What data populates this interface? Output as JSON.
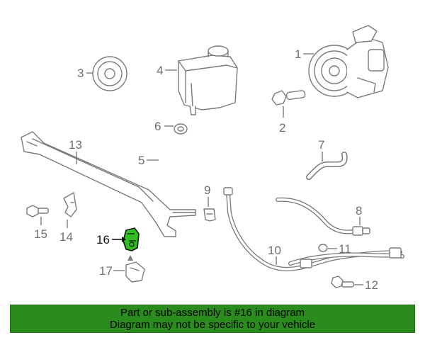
{
  "diagram": {
    "callouts": {
      "c1": "1",
      "c2": "2",
      "c3": "3",
      "c4": "4",
      "c5": "5",
      "c6": "6",
      "c7": "7",
      "c8": "8",
      "c9": "9",
      "c10": "10",
      "c11": "11",
      "c12": "12",
      "c13": "13",
      "c14": "14",
      "c15": "15",
      "c16": "16",
      "c17": "17"
    },
    "highlighted_part": "16",
    "colors": {
      "highlight": "#2fbf1f",
      "banner": "#2a8c1c",
      "line": "#7a7a7a"
    }
  },
  "banner": {
    "line1": "Part or sub-assembly is #16 in diagram",
    "line2": "Diagram may not be specific to your vehicle"
  }
}
